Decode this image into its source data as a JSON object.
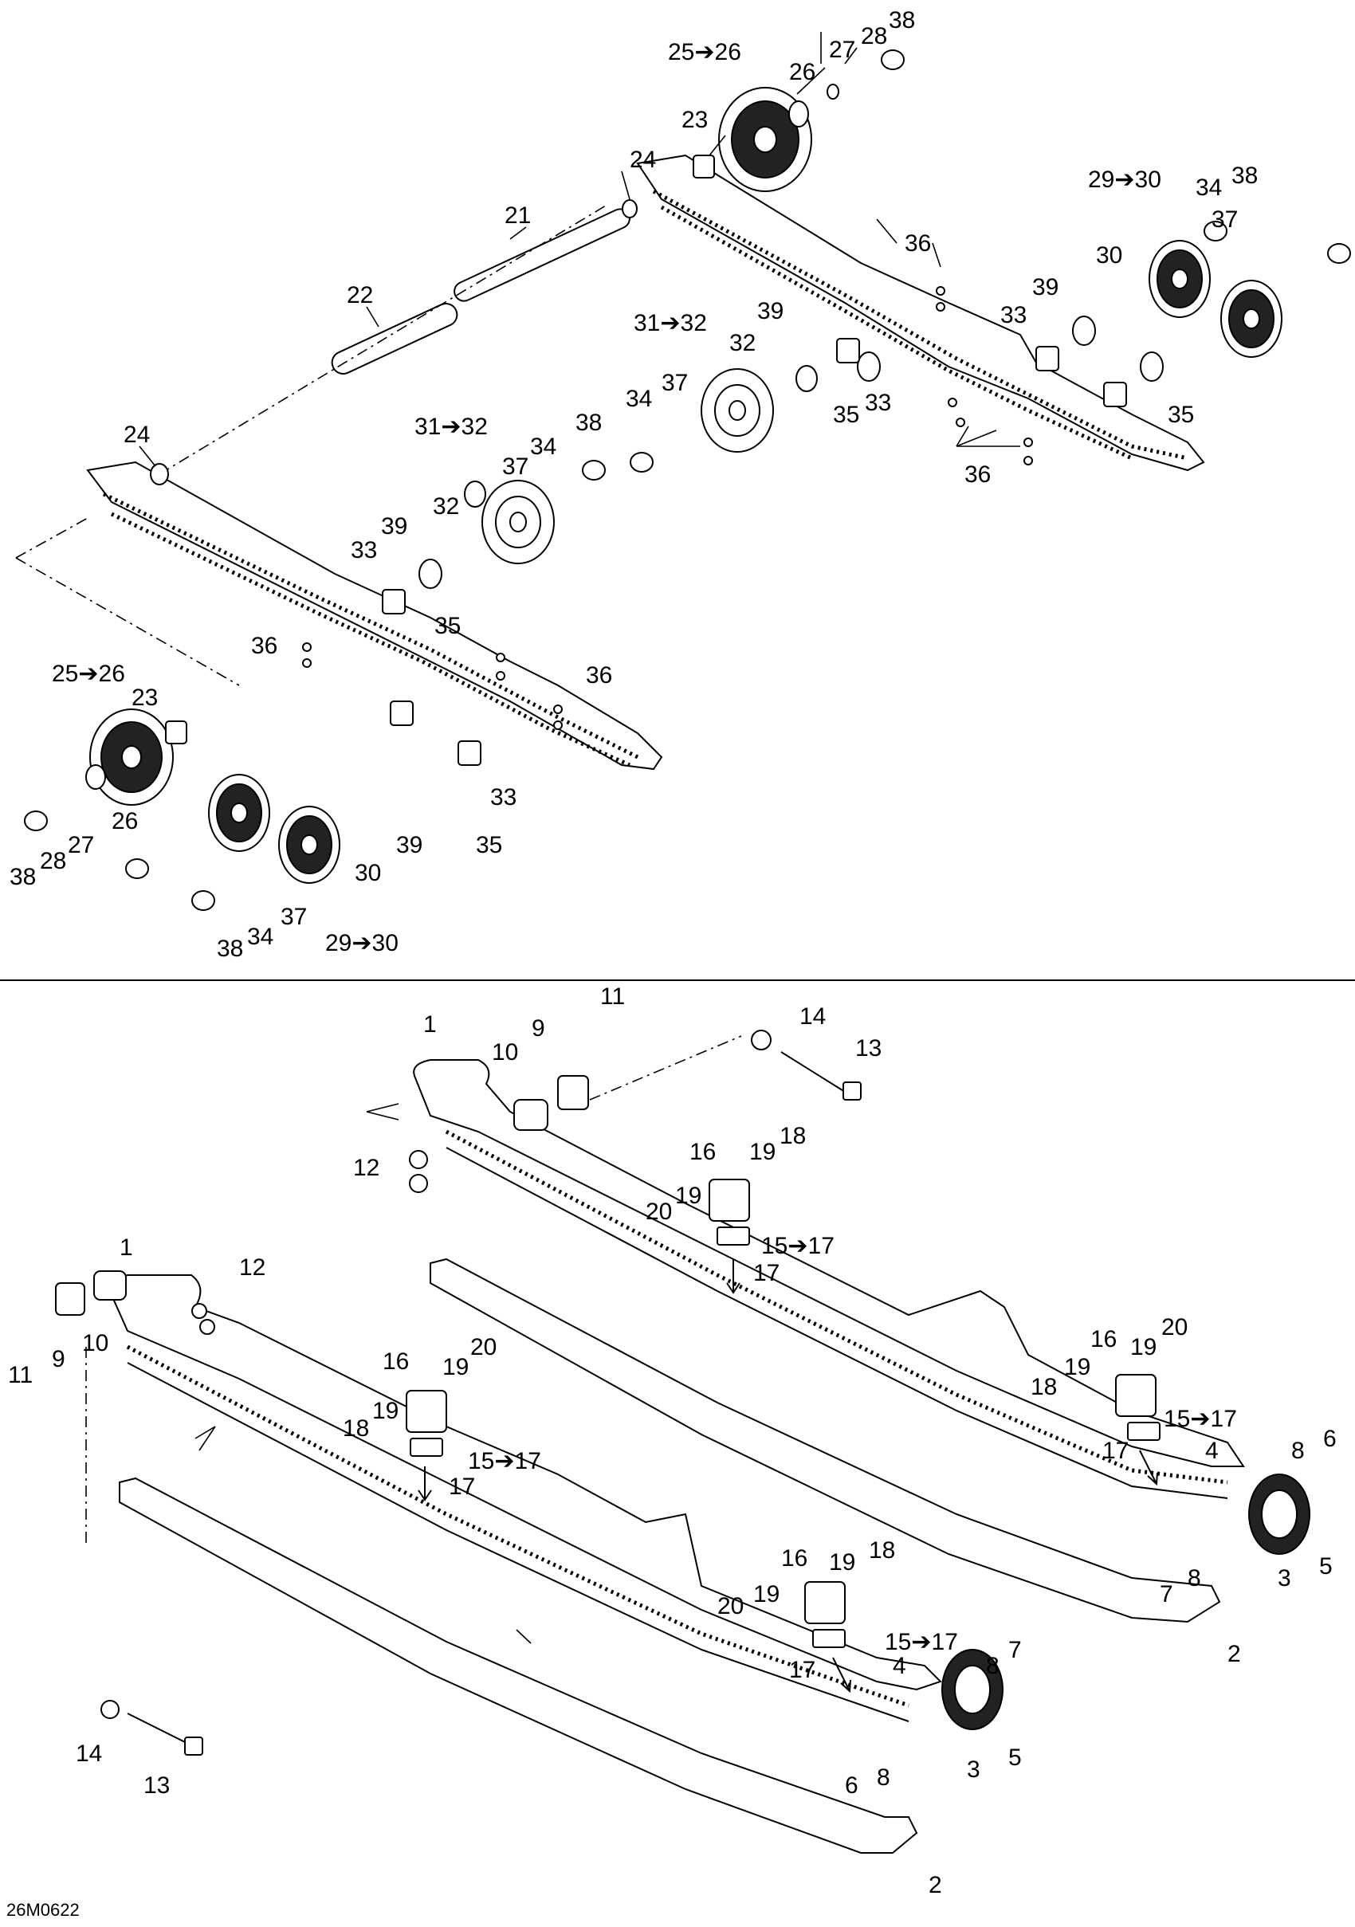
{
  "diagram": {
    "reference_code": "26M0622",
    "callouts": {
      "c1": "1",
      "c2": "2",
      "c3": "3",
      "c4": "4",
      "c5": "5",
      "c6": "6",
      "c7": "7",
      "c8": "8",
      "c9": "9",
      "c10": "10",
      "c11": "11",
      "c12": "12",
      "c13": "13",
      "c14": "14",
      "c15_17": "15➔17",
      "c16": "16",
      "c17": "17",
      "c18": "18",
      "c19": "19",
      "c20": "20",
      "c21": "21",
      "c22": "22",
      "c23": "23",
      "c24": "24",
      "c25_26": "25➔26",
      "c26": "26",
      "c27": "27",
      "c28": "28",
      "c29_30": "29➔30",
      "c30": "30",
      "c31_32": "31➔32",
      "c32": "32",
      "c33": "33",
      "c34": "34",
      "c35": "35",
      "c36": "36",
      "c37": "37",
      "c38": "38",
      "c39": "39"
    },
    "colors": {
      "line": "#000000",
      "background": "#ffffff"
    }
  }
}
